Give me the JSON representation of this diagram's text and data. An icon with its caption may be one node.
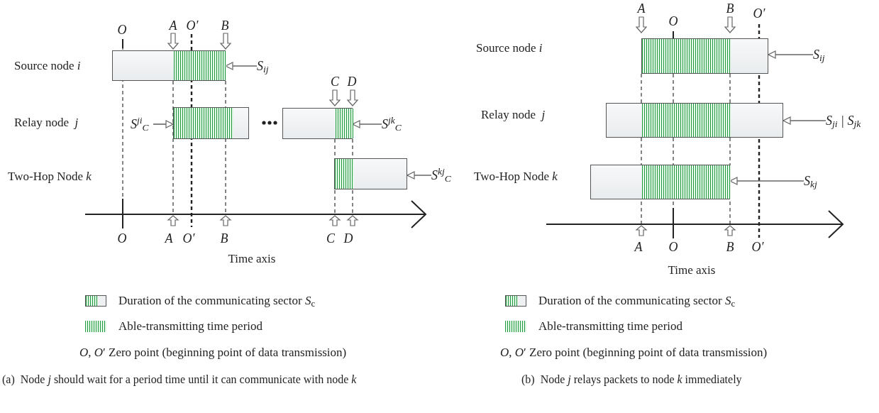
{
  "diagram": {
    "nodes": [
      {
        "text": [],
        "shape": "bar"
      },
      {
        "text": [
          "S$_{ij}$"
        ]
      },
      {
        "text": [],
        "shape": "bar"
      },
      {
        "text": [
          "S$^{ji}$$_{C}$"
        ]
      },
      {
        "text": [],
        "shape": "bar"
      },
      {
        "text": [
          "S$^{jk}$$_{C}$"
        ]
      },
      {
        "text": [],
        "shape": "bar"
      },
      {
        "text": [
          "S$^{kj}$$_{C}$"
        ]
      },
      {
        "text": [],
        "shape": "bar"
      },
      {
        "text": [
          "S$_{ij}$"
        ]
      },
      {
        "text": [],
        "shape": "bar"
      },
      {
        "text": [
          "S$_{ji}$ | S$_{jk}$"
        ]
      },
      {
        "text": [],
        "shape": "bar"
      },
      {
        "text": [
          "S$_{kj}$"
        ]
      }
    ],
    "edges": [
      {
        "from": 1,
        "to": 0,
        "arrow": "to"
      },
      {
        "from": 3,
        "to": 2,
        "arrow": "to"
      },
      {
        "from": 5,
        "to": 4,
        "arrow": "to"
      },
      {
        "from": 7,
        "to": 6,
        "arrow": "to"
      },
      {
        "from": 9,
        "to": 8,
        "arrow": "to"
      },
      {
        "from": 11,
        "to": 10,
        "arrow": "to"
      },
      {
        "from": 13,
        "to": 12,
        "arrow": "to"
      }
    ],
    "labels": [
      "Source node *i*",
      "Relay node  *j*",
      "Two-Hop Node *k*",
      "Source node *i*",
      "Relay node  *j*",
      "Two-Hop Node *k*",
      "O",
      "A",
      "O′",
      "B",
      "C",
      "D",
      "O",
      "A",
      "O′",
      "B",
      "C",
      "D",
      "Time axis",
      "A",
      "O",
      "B",
      "O′",
      "A",
      "O",
      "B",
      "O′",
      "Time axis",
      "(a)  Node *j* should wait for a period time until it can communicate with node *k*",
      "(b)  Node *j* relays packets to node *k* immediately"
    ],
    "legend": [
      {
        "text": "Duration of the communicating sector *S*$_{c}$"
      },
      {
        "text": "Able-transmitting time period"
      },
      {
        "text": "*O*, *O*′ Zero point (beginning point of data transmission)"
      },
      {
        "text": "Duration of the communicating sector *S*$_{c}$"
      },
      {
        "text": "Able-transmitting time period"
      },
      {
        "text": "*O*, *O*′ Zero point (beginning point of data transmission)"
      }
    ]
  }
}
